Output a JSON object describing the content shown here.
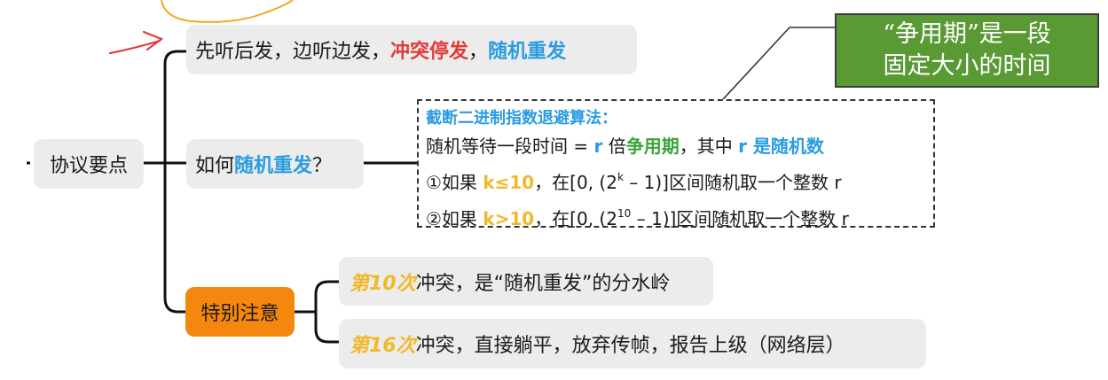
{
  "root": {
    "label": "协议要点"
  },
  "branch1": {
    "part1": "先听后发",
    "part2": "，边听边发，",
    "part3": "冲突停发",
    "part4": "，",
    "part5": "随机重发"
  },
  "branch2": {
    "prefix": "如何",
    "highlight": "随机重发",
    "suffix": "？"
  },
  "algorithm": {
    "title": "截断二进制指数退避算法：",
    "line1": {
      "t1": "随机等待一段时间 = ",
      "r1": "r",
      "t2": " 倍",
      "period": "争用期",
      "t3": "，其中 ",
      "r2": "r 是随机数"
    },
    "line2": {
      "num": "①如果 ",
      "cond": "k≤10",
      "t1": "，在[0, (2",
      "sup": "k",
      "t2": " – 1)]区间随机取一个整数 r"
    },
    "line3": {
      "num": "②如果 ",
      "cond": "k>10",
      "t1": "，在[0, (2",
      "sup": "10",
      "t2": " – 1)]区间随机取一个整数 r"
    }
  },
  "note": {
    "line1": "“争用期”是一段",
    "line2": "固定大小的时间"
  },
  "branch3": {
    "label": "特别注意"
  },
  "sub1": {
    "highlight": "第10次",
    "text": "冲突，是“随机重发”的分水岭"
  },
  "sub2": {
    "highlight": "第16次",
    "text": "冲突，直接躺平，放弃传帧，报告上级（网络层）"
  },
  "colors": {
    "blue": "#2a9ce0",
    "red": "#e23b3b",
    "green": "#3aa43a",
    "yellow": "#f1b92a",
    "orange": "#f5870f",
    "note_green": "#5a9a34"
  }
}
